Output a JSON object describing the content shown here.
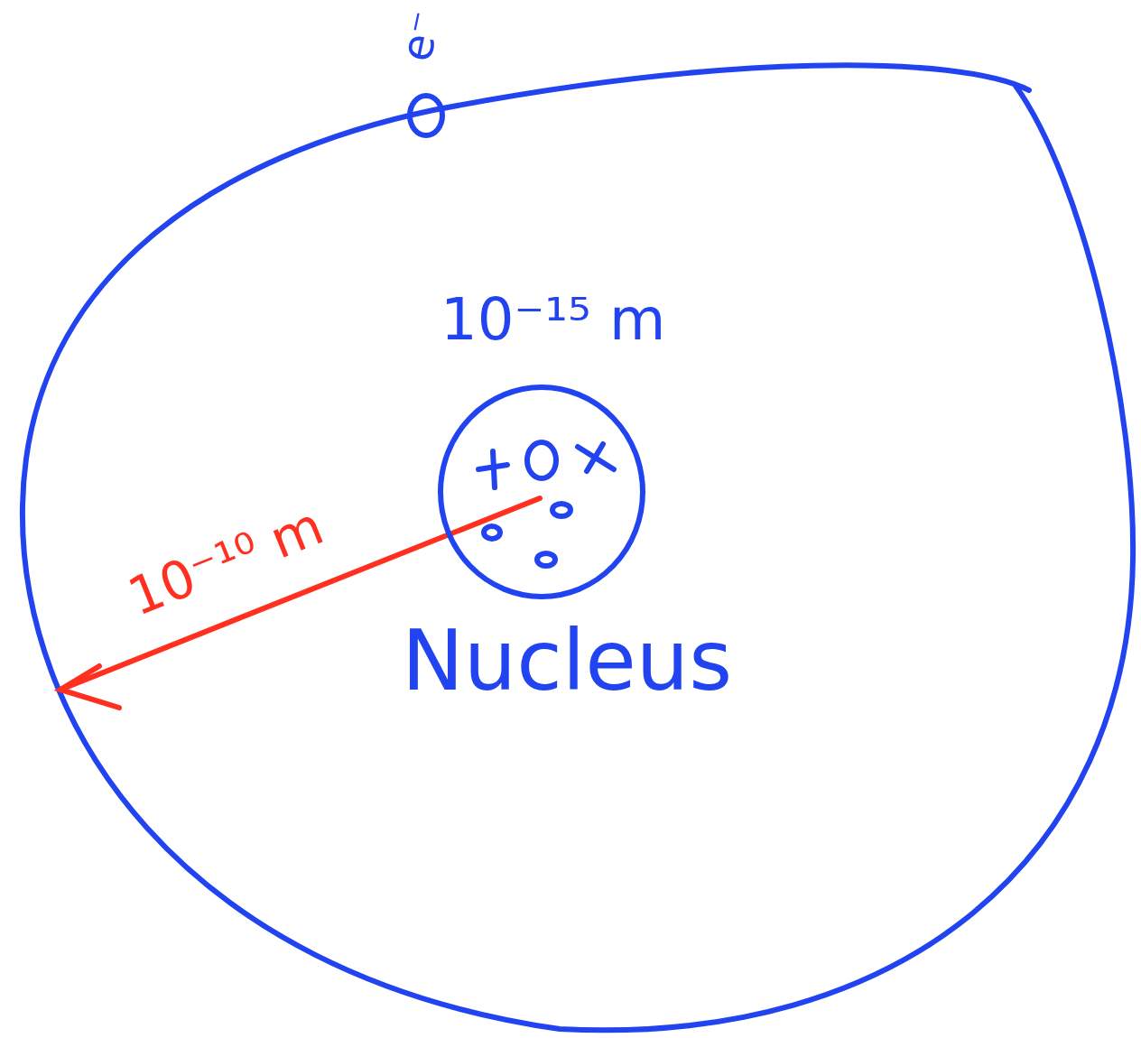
{
  "diagram": {
    "nodes": [
      {
        "text": [
          "e⁻"
        ]
      },
      {
        "text": [
          "Nucleus"
        ]
      }
    ],
    "labels": [
      "10⁻¹⁵ m",
      "10⁻¹⁰ m"
    ]
  }
}
